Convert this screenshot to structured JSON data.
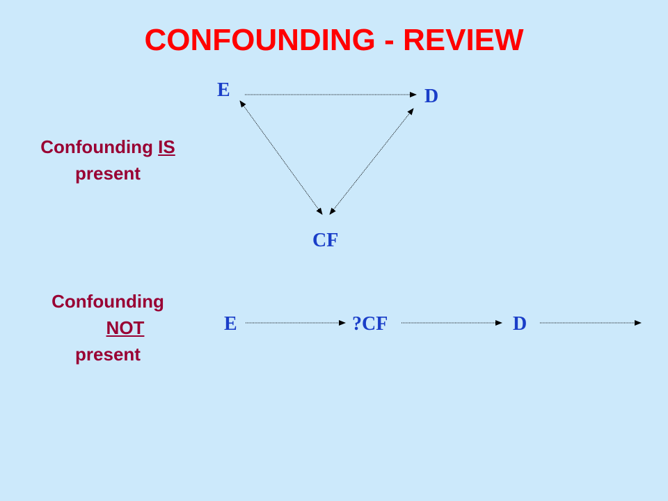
{
  "title": "CONFOUNDING - REVIEW",
  "caption_present": {
    "line1_prefix": "Confounding ",
    "line1_emphasis": "IS",
    "line2": "present"
  },
  "caption_not_present": {
    "line1": "Confounding",
    "line2_emphasis": "NOT",
    "line3": "present"
  },
  "diagram_present": {
    "exposure": "E",
    "disease": "D",
    "confounder": "CF"
  },
  "diagram_not_present": {
    "exposure": "E",
    "intermediate": "?CF",
    "disease": "D"
  },
  "colors": {
    "background": "#cce9fb",
    "title": "#ff0000",
    "caption": "#990033",
    "node": "#1a3ec8",
    "arrow": "#000000"
  }
}
